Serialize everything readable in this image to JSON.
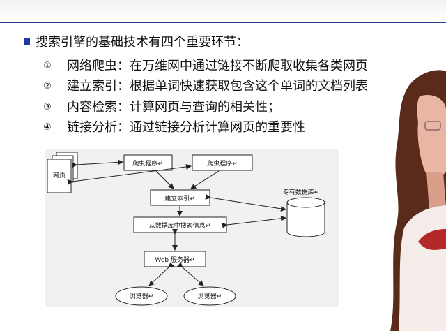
{
  "slide": {
    "headline": "搜索引擎的基础技术有四个重要环节：",
    "points": [
      {
        "num": "①",
        "text": "网络爬虫：在万维网中通过链接不断爬取收集各类网页"
      },
      {
        "num": "②",
        "text": "建立索引：根据单词快速获取包含这个单词的文档列表"
      },
      {
        "num": "③",
        "text": "内容检索：计算网页与查询的相关性；"
      },
      {
        "num": "④",
        "text": "链接分析：通过链接分析计算网页的重要性"
      }
    ]
  },
  "diagram": {
    "webpages": "网页",
    "crawler1": "爬虫程序↵",
    "crawler2": "爬虫程序↵",
    "indexer": "建立索引↵",
    "database_label": "专有数据库↵",
    "search": "从数据库中搜索信息↵",
    "webserver": "Web 服务器↵",
    "browser1": "浏览器↵",
    "browser2": "浏览器↵"
  },
  "colors": {
    "accent_rule": "#2a3f8f",
    "bullet": "#1f3aa0"
  }
}
